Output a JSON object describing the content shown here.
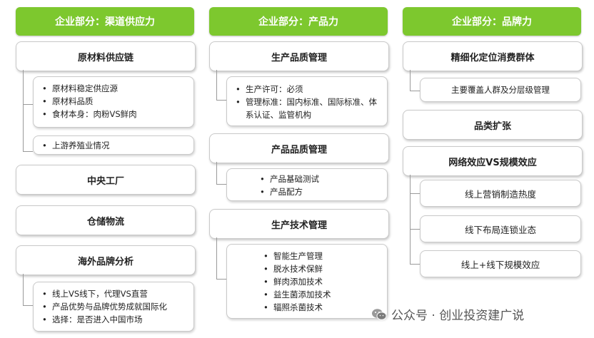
{
  "columns": [
    {
      "header": "企业部分：渠道供应力",
      "sections": [
        {
          "title": "原材料供应链",
          "groups": [
            [
              "原材料稳定供应源",
              "原材料品质",
              "食材本身：肉粉VS鲜肉"
            ],
            [
              "上游养殖业情况"
            ]
          ]
        },
        {
          "title": "中央工厂"
        },
        {
          "title": "仓储物流"
        },
        {
          "title": "海外品牌分析",
          "groups": [
            [
              "线上VS线下，代理VS直营",
              "产品优势与品牌优势成就国际化",
              "选择：是否进入中国市场"
            ]
          ]
        }
      ]
    },
    {
      "header": "企业部分：产品力",
      "sections": [
        {
          "title": "生产品质管理",
          "groups": [
            [
              "生产许可：必须",
              "管理标准：国内标准、国际标准、体系认证、监管机构"
            ]
          ]
        },
        {
          "title": "产品品质管理",
          "groups": [
            [
              "产品基础测试",
              "产品配方"
            ]
          ]
        },
        {
          "title": "生产技术管理",
          "groups": [
            [
              "智能生产管理",
              "脱水技术保鲜",
              "鲜肉添加技术",
              "益生菌添加技术",
              "辐照杀菌技术"
            ]
          ]
        }
      ]
    },
    {
      "header": "企业部分：品牌力",
      "sections": [
        {
          "title": "精细化定位消费群体",
          "children": [
            "主要覆盖人群及分层级管理"
          ]
        },
        {
          "title": "品类扩张"
        },
        {
          "title": "网络效应VS规模效应",
          "children": [
            "线上营销制造热度",
            "线下布局连锁业态",
            "线上+线下规模效应"
          ]
        }
      ]
    }
  ],
  "watermark": {
    "text": "公众号 · 创业投资建广说",
    "icon": "wechat-icon"
  },
  "colors": {
    "header": "#7dc82e",
    "connector": "#9a9a9a"
  }
}
